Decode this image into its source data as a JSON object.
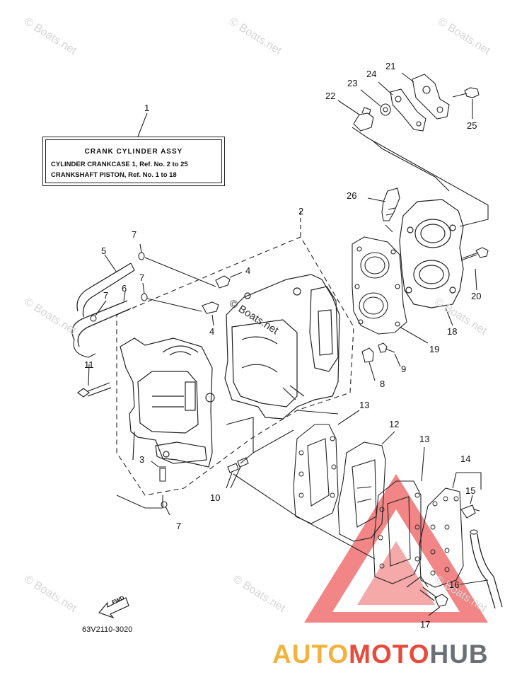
{
  "spec_box": {
    "title": "CRANK CYLINDER ASSY",
    "line1": "CYLINDER CRANKCASE 1,  Ref. No. 2 to 25",
    "line2": "CRANKSHAFT PISTON,  Ref. No. 1 to 18"
  },
  "diagram_code": "63V2110-3020",
  "fwd_label": "FWD",
  "watermark": "© Boats.net",
  "brand": {
    "part1": "AUTO",
    "part2": "MOTO",
    "part3": "HUB"
  },
  "callouts": [
    "1",
    "2",
    "3",
    "4",
    "4",
    "5",
    "6",
    "7",
    "7",
    "7",
    "7",
    "8",
    "9",
    "10",
    "11",
    "12",
    "13",
    "13",
    "14",
    "15",
    "16",
    "17",
    "18",
    "19",
    "20",
    "21",
    "22",
    "23",
    "24",
    "25",
    "26"
  ],
  "colors": {
    "line": "#222222",
    "watermark": "#d6d6d6",
    "brand_orange": "#f2b23c",
    "brand_red": "#e64b3c",
    "brand_gray": "#6b6f77",
    "triangle": "#ef6c6c"
  }
}
